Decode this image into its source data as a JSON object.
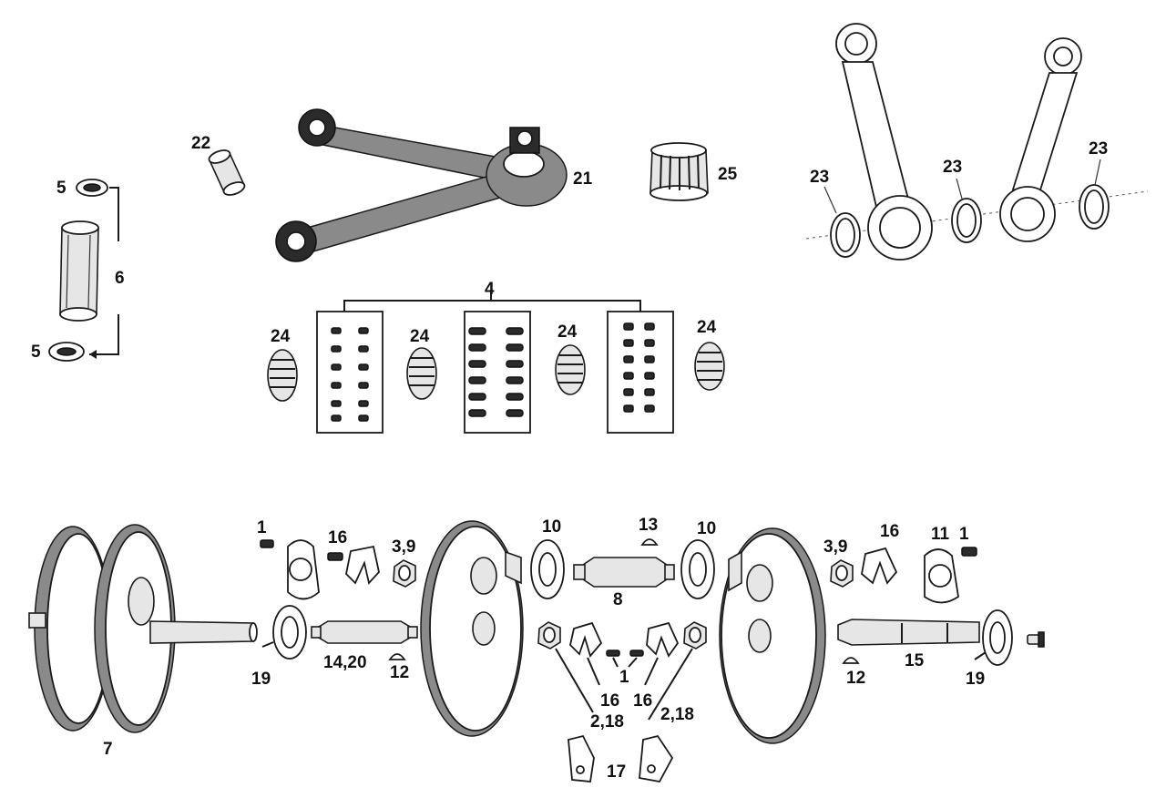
{
  "diagram": {
    "callouts": {
      "c1a": "1",
      "c1b": "1",
      "c1c": "1",
      "c2_18a": "2,18",
      "c2_18b": "2,18",
      "c3_9a": "3,9",
      "c3_9b": "3,9",
      "c4": "4",
      "c5a": "5",
      "c5b": "5",
      "c6": "6",
      "c7": "7",
      "c8": "8",
      "c10a": "10",
      "c10b": "10",
      "c11": "11",
      "c12a": "12",
      "c12b": "12",
      "c13": "13",
      "c14_20": "14,20",
      "c15": "15",
      "c16a": "16",
      "c16b": "16",
      "c16c": "16",
      "c16d": "16",
      "c17": "17",
      "c19a": "19",
      "c19b": "19",
      "c21": "21",
      "c22": "22",
      "c23a": "23",
      "c23b": "23",
      "c23c": "23",
      "c24a": "24",
      "c24b": "24",
      "c24c": "24",
      "c24d": "24",
      "c25": "25"
    }
  }
}
